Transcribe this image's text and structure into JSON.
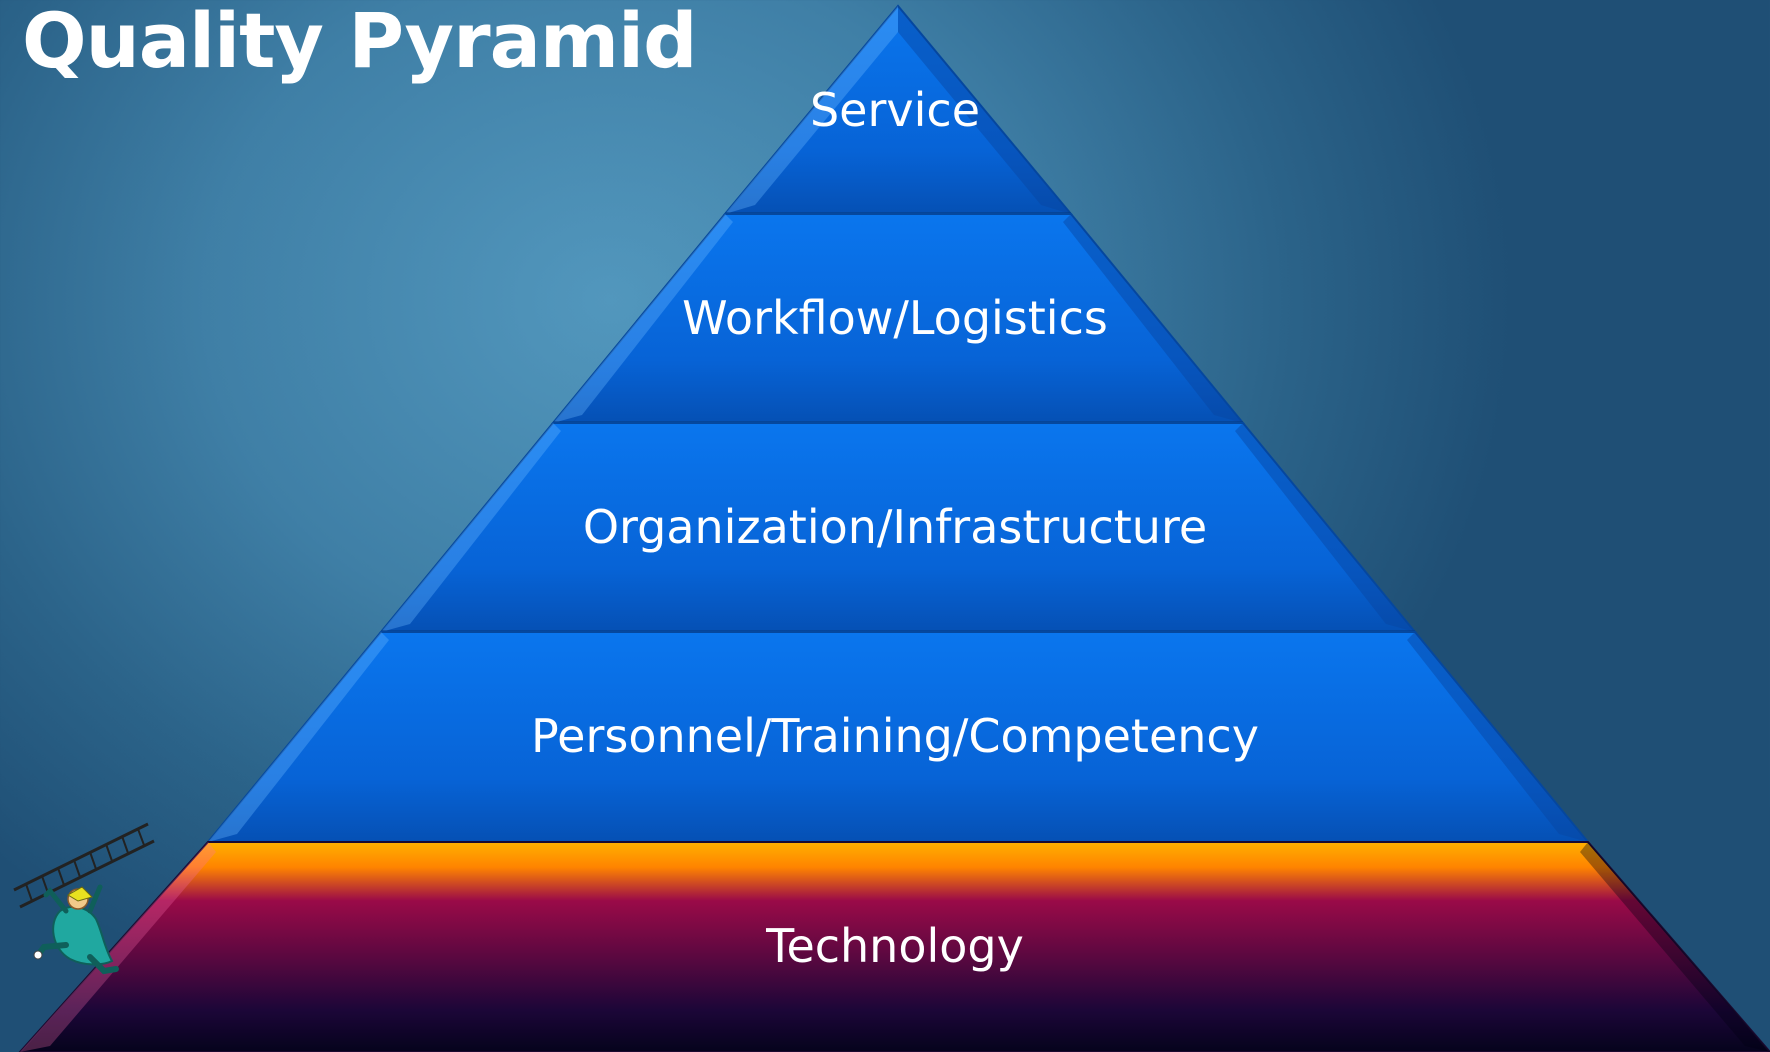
{
  "slide": {
    "title": "Quality Pyramid"
  },
  "pyramid": {
    "tiers": [
      {
        "label": "Service"
      },
      {
        "label": "Workflow/Logistics"
      },
      {
        "label": "Organization/Infrastructure"
      },
      {
        "label": "Personnel/Training/Competency"
      },
      {
        "label": "Technology"
      }
    ]
  },
  "colors": {
    "background": "#3f7fa6",
    "tier_blue": "#0a6fe0",
    "tier_blue_dark": "#0a4fb0",
    "base_orange": "#ff8c00",
    "base_magenta": "#7a0040",
    "base_dark": "#0a0530",
    "text": "#ffffff"
  },
  "icons": {
    "climber": "person-climbing-ladder-clipart"
  }
}
